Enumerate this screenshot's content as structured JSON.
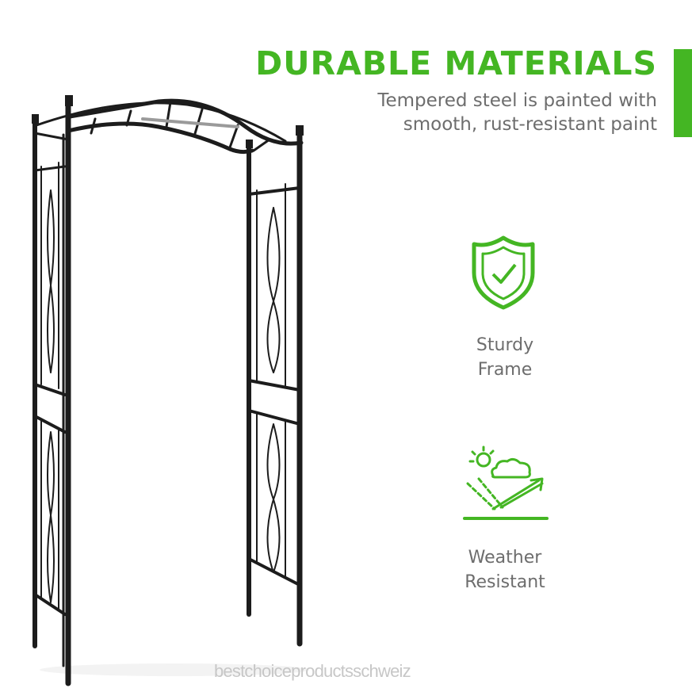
{
  "header": {
    "title": "DURABLE MATERIALS",
    "description": "Tempered steel is painted with smooth, rust-resistant paint"
  },
  "features": [
    {
      "icon": "shield-check-icon",
      "line1": "Sturdy",
      "line2": "Frame"
    },
    {
      "icon": "weather-resistant-icon",
      "line1": "Weather",
      "line2": "Resistant"
    }
  ],
  "watermark": "bestchoiceproductsschweiz",
  "colors": {
    "accent": "#44b623",
    "text": "#6d6d6d",
    "metal": "#1c1c1c"
  }
}
